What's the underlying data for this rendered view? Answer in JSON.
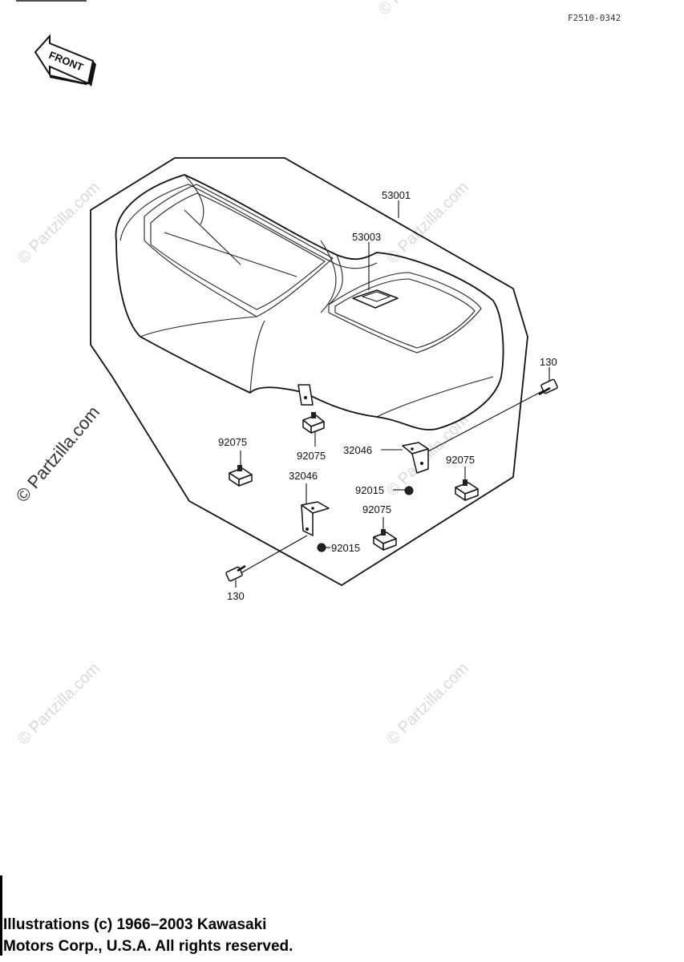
{
  "diagram": {
    "figure_code": "F2510-0342",
    "front_label": "FRONT",
    "parts": [
      {
        "id": "seat",
        "number": "53001"
      },
      {
        "id": "seat-emblem",
        "number": "53003"
      },
      {
        "id": "bolt-right",
        "number": "130"
      },
      {
        "id": "bracket-right",
        "number": "32046"
      },
      {
        "id": "nut-right",
        "number": "92015"
      },
      {
        "id": "damper-center",
        "number": "92075"
      },
      {
        "id": "damper-left",
        "number": "92075"
      },
      {
        "id": "damper-right",
        "number": "92075"
      },
      {
        "id": "bracket-left",
        "number": "32046"
      },
      {
        "id": "damper-lower",
        "number": "92075"
      },
      {
        "id": "nut-left",
        "number": "92015"
      },
      {
        "id": "bolt-left",
        "number": "130"
      }
    ]
  },
  "watermark": {
    "text": "© Partzilla.com"
  },
  "copyright": {
    "line1": "Illustrations (c) 1966–2003 Kawasaki",
    "line2": "Motors Corp., U.S.A.  All rights reserved."
  }
}
